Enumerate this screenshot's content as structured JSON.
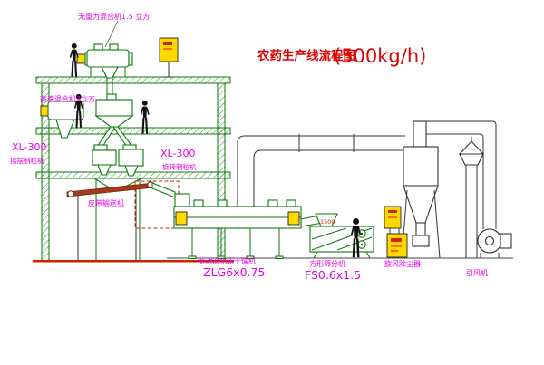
{
  "title": {
    "text": "农药生产线流程图",
    "capacity": "(500kg/h)"
  },
  "equipment_labels": {
    "top_mixer": "无重力混合机1.5 立方",
    "high_speed_mixer": "高速混合机3立方",
    "granulator_left_model": "XL-300",
    "granulator_left_name": "摇摆制粒机",
    "granulator_right_model": "XL-300",
    "granulator_right_name": "旋转制粒机",
    "belt_conveyor": "皮带输送机",
    "dryer_name": "振动流化床干燥机",
    "dryer_model": "ZLG6x0.75",
    "sifter_name": "方形筛分机",
    "sifter_model": "FS0.6x1.5",
    "cyclone": "旋风除尘器",
    "induced_fan": "引风机",
    "dimension_note": "1500"
  },
  "colors": {
    "structure_green": "#0a7a0a",
    "label_magenta": "#e800e8",
    "title_red": "#e00000",
    "cabinet_yellow": "#ffd800",
    "detail_red": "#cc2200",
    "figure_black": "#111111"
  }
}
